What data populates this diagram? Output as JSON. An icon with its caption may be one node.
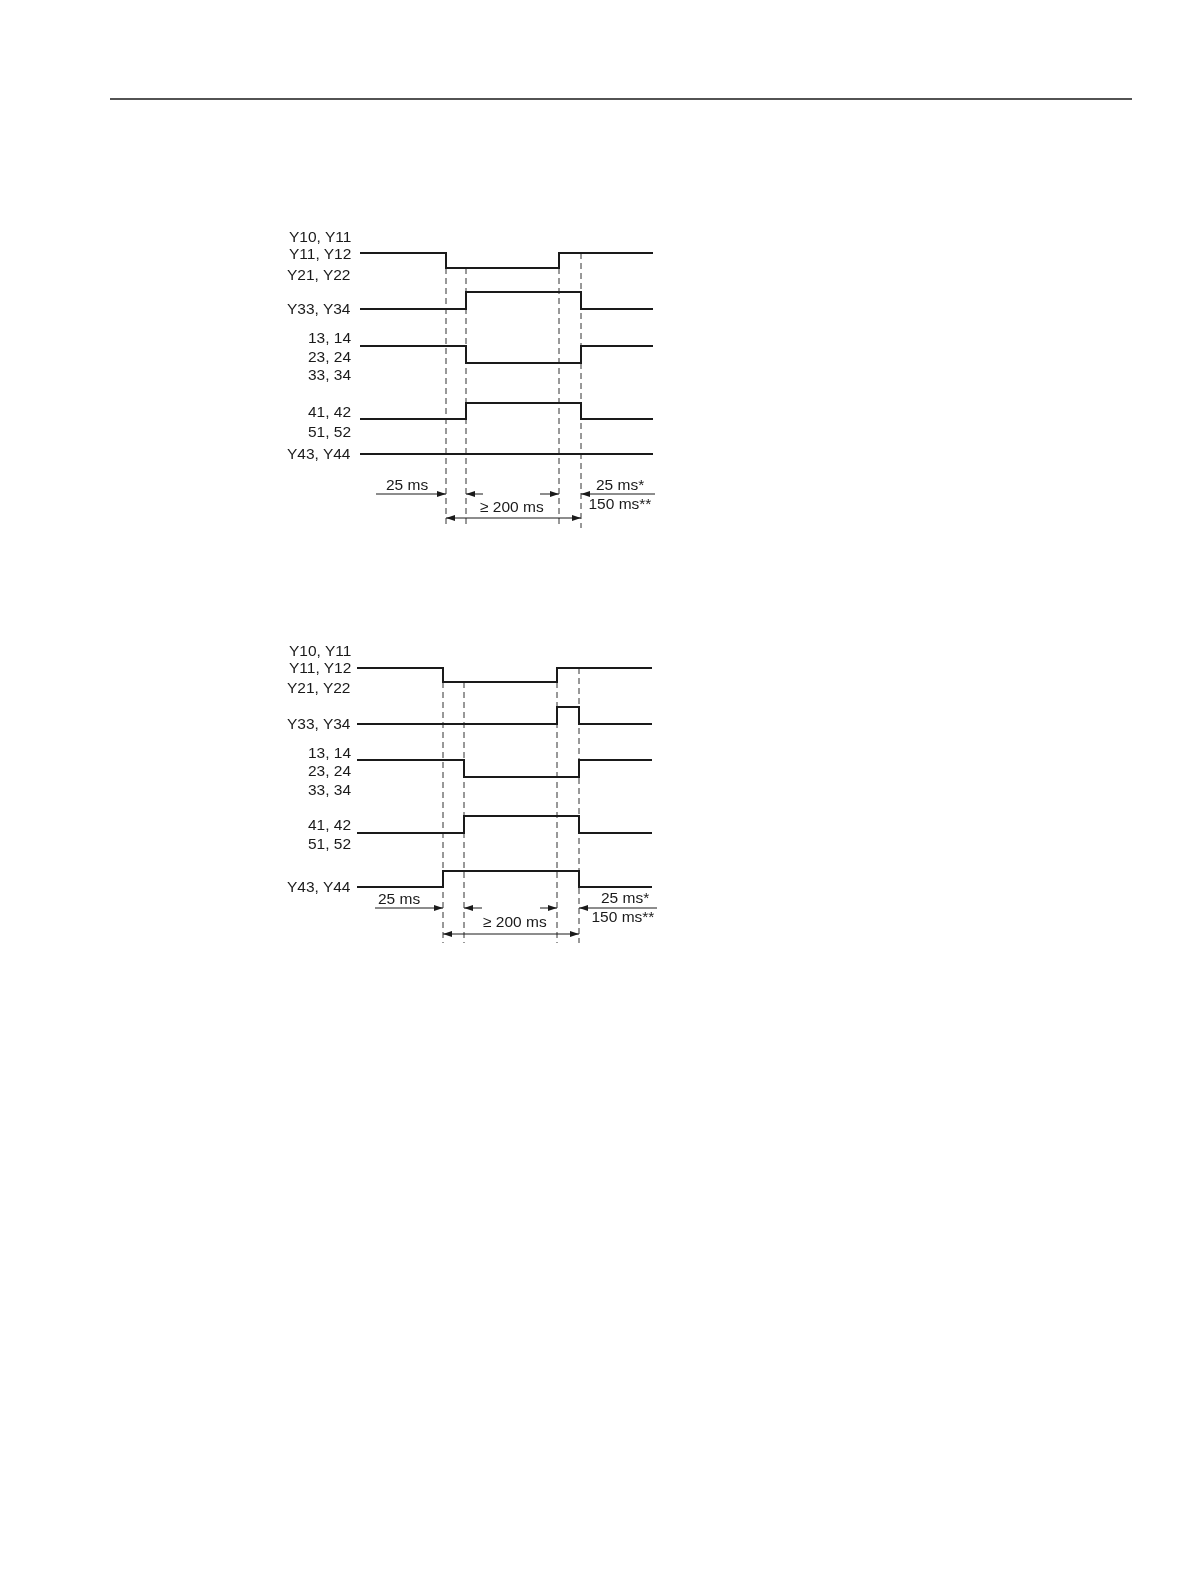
{
  "diagram": {
    "labels": [
      "Y10, Y11",
      "Y11, Y12",
      "Y21, Y22",
      "Y33, Y34",
      "13, 14",
      "23, 24",
      "33, 34",
      "41, 42",
      "51, 52",
      "Y43, Y44",
      "25 ms",
      "25 ms*",
      "150 ms**",
      "≥ 200 ms",
      "Y10, Y11",
      "Y11, Y12",
      "Y21, Y22",
      "Y33, Y34",
      "13, 14",
      "23, 24",
      "33, 34",
      "41, 42",
      "51, 52",
      "Y43, Y44",
      "25 ms",
      "25 ms*",
      "150 ms**",
      "≥ 200 ms"
    ]
  }
}
